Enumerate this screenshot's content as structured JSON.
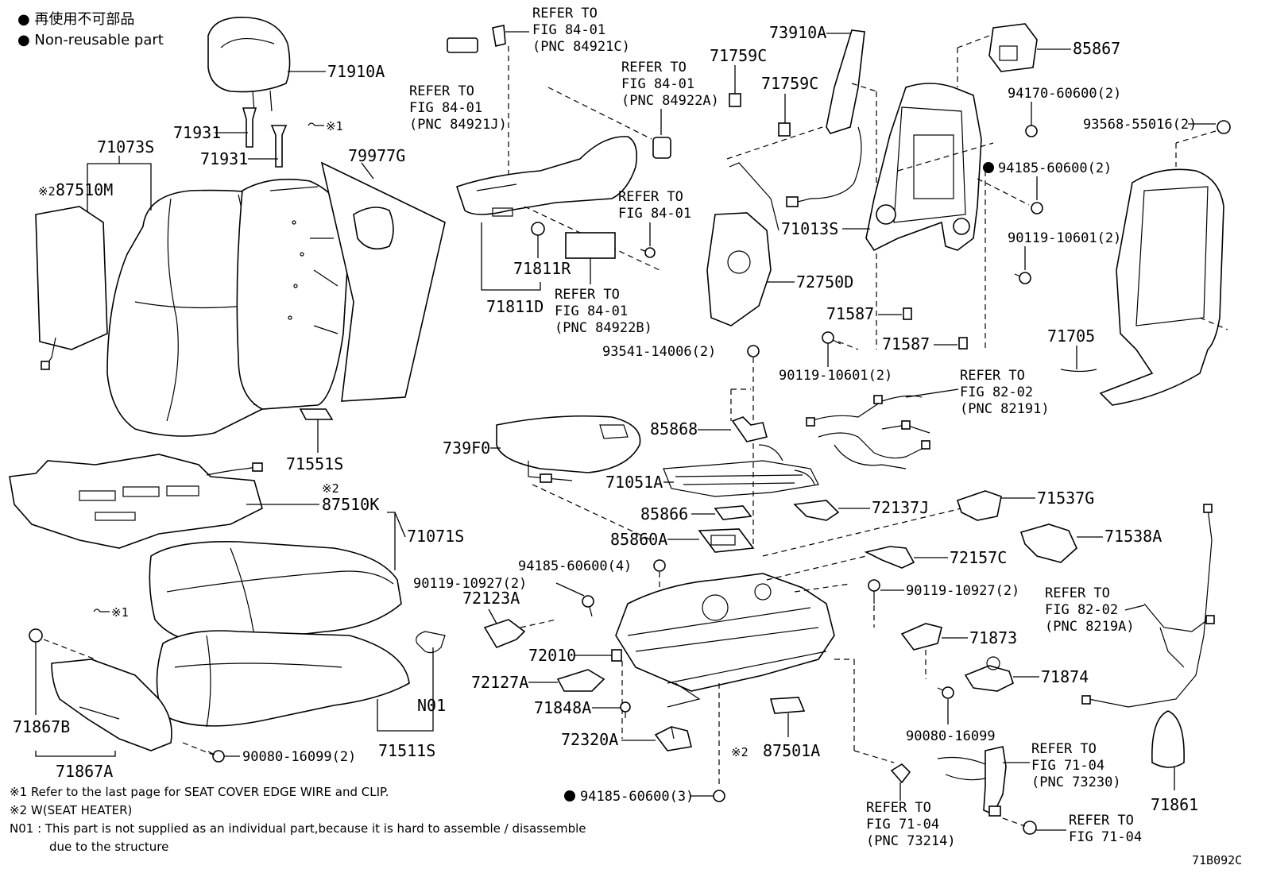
{
  "legend": {
    "line1": "● 再使用不可部品",
    "line2": "● Non-reusable part"
  },
  "notes": {
    "n1": "※1  Refer to the last page for SEAT COVER EDGE WIRE and CLIP.",
    "n2": "※2  W(SEAT HEATER)",
    "n3a": "N01 : This part is not supplied as an individual part,because it is hard to assemble / disassemble",
    "n3b": "due to the structure"
  },
  "figure_code": "71B092C",
  "marks": {
    "note1_a": "※1",
    "note1_b": "※1",
    "note2_a": "※2",
    "note2_b": "※2",
    "note2_c": "※2"
  },
  "parts": {
    "p71910A": "71910A",
    "p71931a": "71931",
    "p71931b": "71931",
    "p71073S": "71073S",
    "p87510M": "87510M",
    "p79977G": "79977G",
    "p71551S": "71551S",
    "p87510K": "87510K",
    "p71071S": "71071S",
    "p71511S": "71511S",
    "pN01": "N01",
    "p71867B": "71867B",
    "p71867A": "71867A",
    "p90080a": "90080-16099(2)",
    "p71811R": "71811R",
    "p71811D": "71811D",
    "p71759Ca": "71759C",
    "p71759Cb": "71759C",
    "p73910A": "73910A",
    "p85867": "85867",
    "p94170": "94170-60600(2)",
    "p93568": "93568-55016(2)",
    "p94185a": "94185-60600(2)",
    "p90119a": "90119-10601(2)",
    "p71013S": "71013S",
    "p72750D": "72750D",
    "p71587a": "71587",
    "p71587b": "71587",
    "p71705": "71705",
    "p93541": "93541-14006(2)",
    "p90119b": "90119-10601(2)",
    "p85868": "85868",
    "p739F0": "739F0",
    "p71051A": "71051A",
    "p85866": "85866",
    "p72137J": "72137J",
    "p85860A": "85860A",
    "p71537G": "71537G",
    "p71538A": "71538A",
    "p72157C": "72157C",
    "p94185b": "94185-60600(4)",
    "p90119c": "90119-10927(2)",
    "p72123A": "72123A",
    "p90119d": "90119-10927(2)",
    "p71873": "71873",
    "p72010": "72010",
    "p72127A": "72127A",
    "p71874": "71874",
    "p71848A": "71848A",
    "p90080b": "90080-16099",
    "p72320A": "72320A",
    "p87501A": "87501A",
    "p94185c": "94185-60600(3)",
    "p71861": "71861"
  },
  "refs": {
    "r1": [
      "REFER TO",
      "FIG 84-01",
      "(PNC 84921C)"
    ],
    "r2": [
      "REFER TO",
      "FIG 84-01",
      "(PNC 84921J)"
    ],
    "r3": [
      "REFER TO",
      "FIG 84-01",
      "(PNC 84922A)"
    ],
    "r4": [
      "REFER TO",
      "FIG 84-01"
    ],
    "r5": [
      "REFER TO",
      "FIG 84-01",
      "(PNC 84922B)"
    ],
    "r6": [
      "REFER TO",
      "FIG 82-02",
      "(PNC 82191)"
    ],
    "r7": [
      "REFER TO",
      "FIG 82-02",
      "(PNC 8219A)"
    ],
    "r8": [
      "REFER TO",
      "FIG 71-04",
      "(PNC 73230)"
    ],
    "r9": [
      "REFER TO",
      "FIG 71-04",
      "(PNC 73214)"
    ],
    "r10": [
      "REFER TO",
      "FIG 71-04"
    ]
  }
}
